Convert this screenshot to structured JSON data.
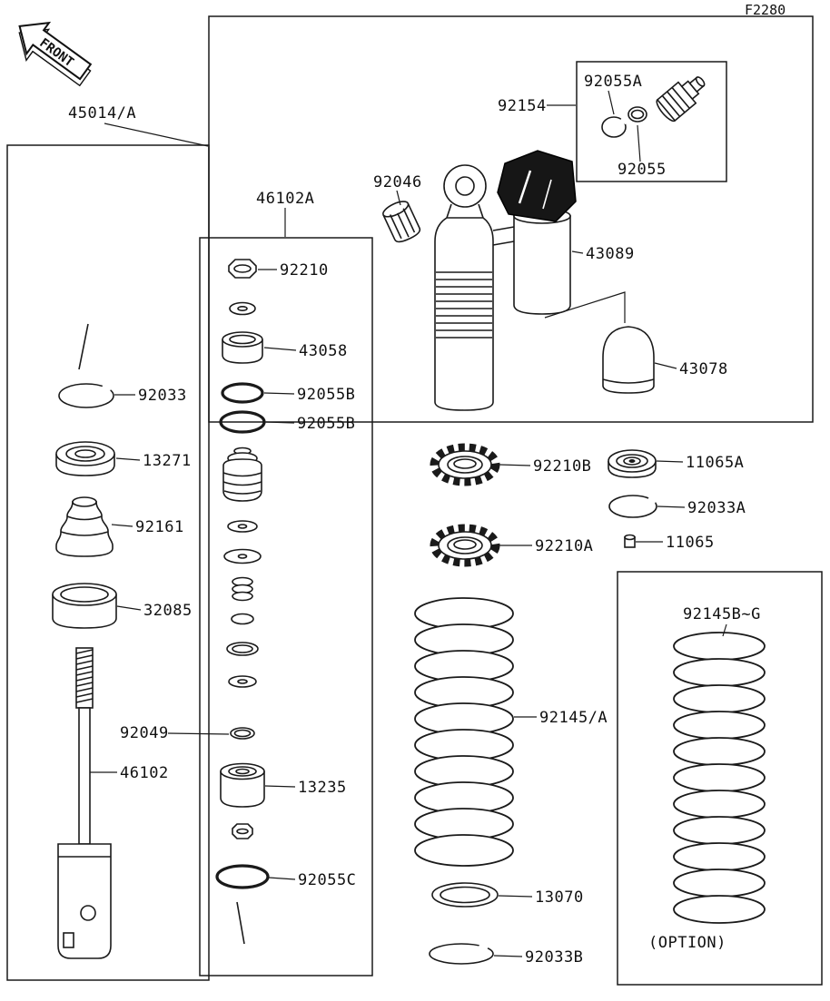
{
  "page": {
    "code": "F2280",
    "front_label": "FRONT",
    "option_label": "(OPTION)"
  },
  "labels": {
    "p45014A": "45014/A",
    "p92154": "92154",
    "p92055A": "92055A",
    "p92055": "92055",
    "p92046": "92046",
    "p46102A": "46102A",
    "p43089": "43089",
    "p92210": "92210",
    "p43058": "43058",
    "p92033": "92033",
    "p92055B1": "92055B",
    "p92055B2": "92055B",
    "p43078": "43078",
    "p13271": "13271",
    "p92210B": "92210B",
    "p11065A": "11065A",
    "p92161": "92161",
    "p92033A": "92033A",
    "p92210A": "92210A",
    "p11065": "11065",
    "p32085": "32085",
    "p92145BG": "92145B~G",
    "p92049": "92049",
    "p46102": "46102",
    "p13235": "13235",
    "p92145A": "92145/A",
    "p92055C": "92055C",
    "p13070": "13070",
    "p92033B": "92033B"
  }
}
